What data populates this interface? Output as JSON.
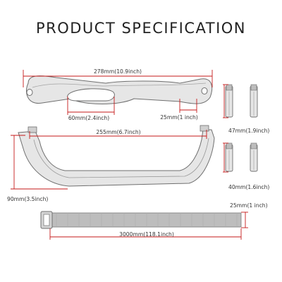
{
  "title": "PRODUCT SPECIFICATION",
  "colors": {
    "part_fill": "#e6e6e6",
    "part_stroke": "#6f6f6f",
    "part_dark": "#8a8a8a",
    "strap_fill": "#bdbdbd",
    "dimension": "#c61a1a",
    "text": "#333333"
  },
  "dimensions": {
    "bar_length": "278mm(10.9inch)",
    "slot_length": "60mm(2.4inch)",
    "end_width": "25mm(1 inch)",
    "handle_width": "255mm(6.7inch)",
    "handle_height": "90mm(3.5inch)",
    "bolt_long": "47mm(1.9inch)",
    "bolt_short": "40mm(1.6inch)",
    "strap_width": "25mm(1 inch)",
    "strap_length": "3000mm(118.1inch)"
  }
}
